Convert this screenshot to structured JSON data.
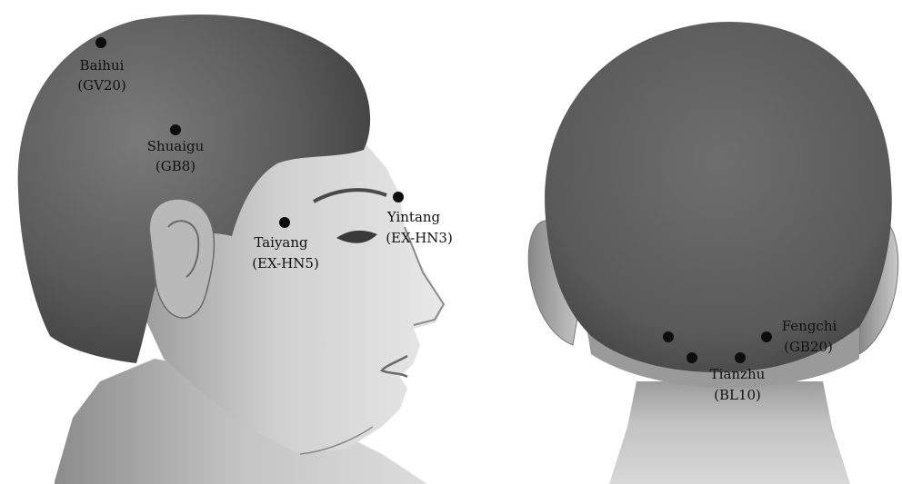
{
  "points": {
    "baihui": {
      "name": "Baihui",
      "code": "(GV20)"
    },
    "shuaigu": {
      "name": "Shuaigu",
      "code": "(GB8)"
    },
    "taiyang": {
      "name": "Taiyang",
      "code": "(EX-HN5)"
    },
    "yintang": {
      "name": "Yintang",
      "code": "(EX-HN3)"
    },
    "fengchi": {
      "name": "Fengchi",
      "code": "(GB20)"
    },
    "tianzhu": {
      "name": "Tianzhu",
      "code": "(BL10)"
    }
  }
}
